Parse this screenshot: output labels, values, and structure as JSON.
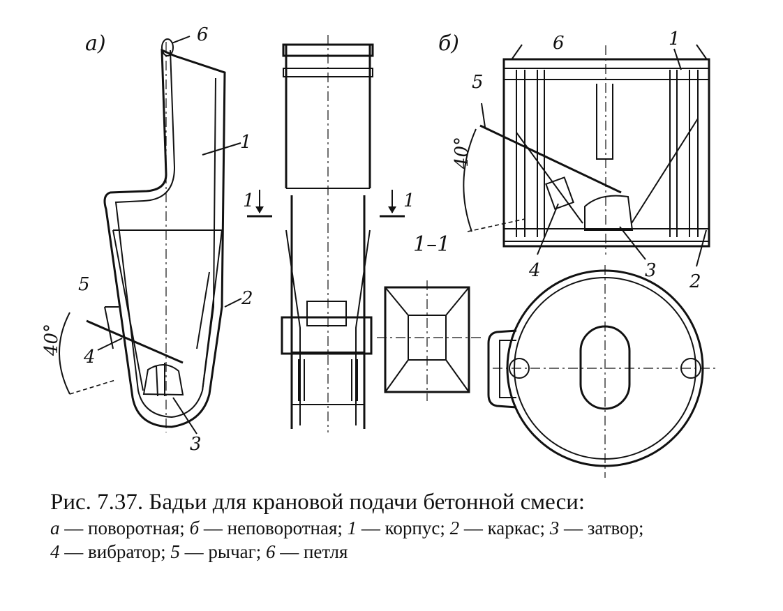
{
  "figure": {
    "labels": {
      "view_a": "а)",
      "view_b": "б)",
      "n1": "1",
      "n2": "2",
      "n3": "3",
      "n4": "4",
      "n5": "5",
      "n6": "6",
      "section_mark": "1",
      "section": "1–1",
      "angle": "40°"
    }
  },
  "caption": {
    "title": "Рис.  7.37. Бадьи для крановой подачи бетонной смеси:",
    "items": [
      {
        "key": "а",
        "text": "поворотная;"
      },
      {
        "key": "б",
        "text": "неповоротная;"
      },
      {
        "key": "1",
        "text": "корпус;"
      },
      {
        "key": "2",
        "text": "каркас;"
      },
      {
        "key": "3",
        "text": "затвор;"
      },
      {
        "key": "4",
        "text": "вибратор;"
      },
      {
        "key": "5",
        "text": "рычаг;"
      },
      {
        "key": "6",
        "text": "петля"
      }
    ]
  }
}
